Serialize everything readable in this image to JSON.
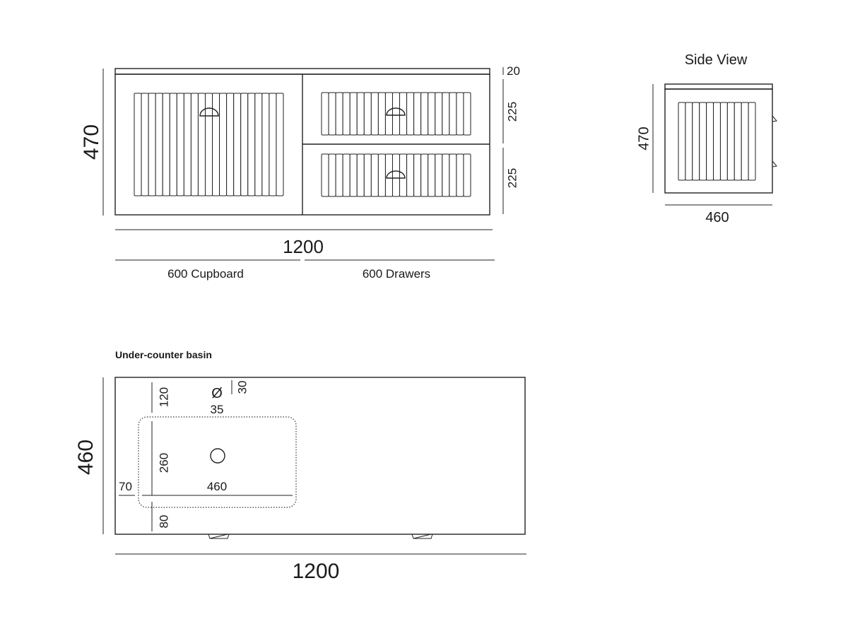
{
  "front_view": {
    "height_label": "470",
    "top_label": "20",
    "drawer_top_label": "225",
    "drawer_bottom_label": "225",
    "width_label": "1200",
    "cupboard_label": "600 Cupboard",
    "drawers_label": "600 Drawers"
  },
  "side_view": {
    "title": "Side View",
    "height_label": "470",
    "depth_label": "460"
  },
  "basin_view": {
    "caption": "Under-counter basin",
    "depth_label": "460",
    "tap_offset_label": "120",
    "tap_hole_symbol": "Ø",
    "tap_hole_label": "35",
    "tap_small_label": "30",
    "bowl_depth_label": "260",
    "bowl_width_label": "460",
    "left_offset_label": "70",
    "front_offset_label": "80",
    "width_label": "1200"
  }
}
